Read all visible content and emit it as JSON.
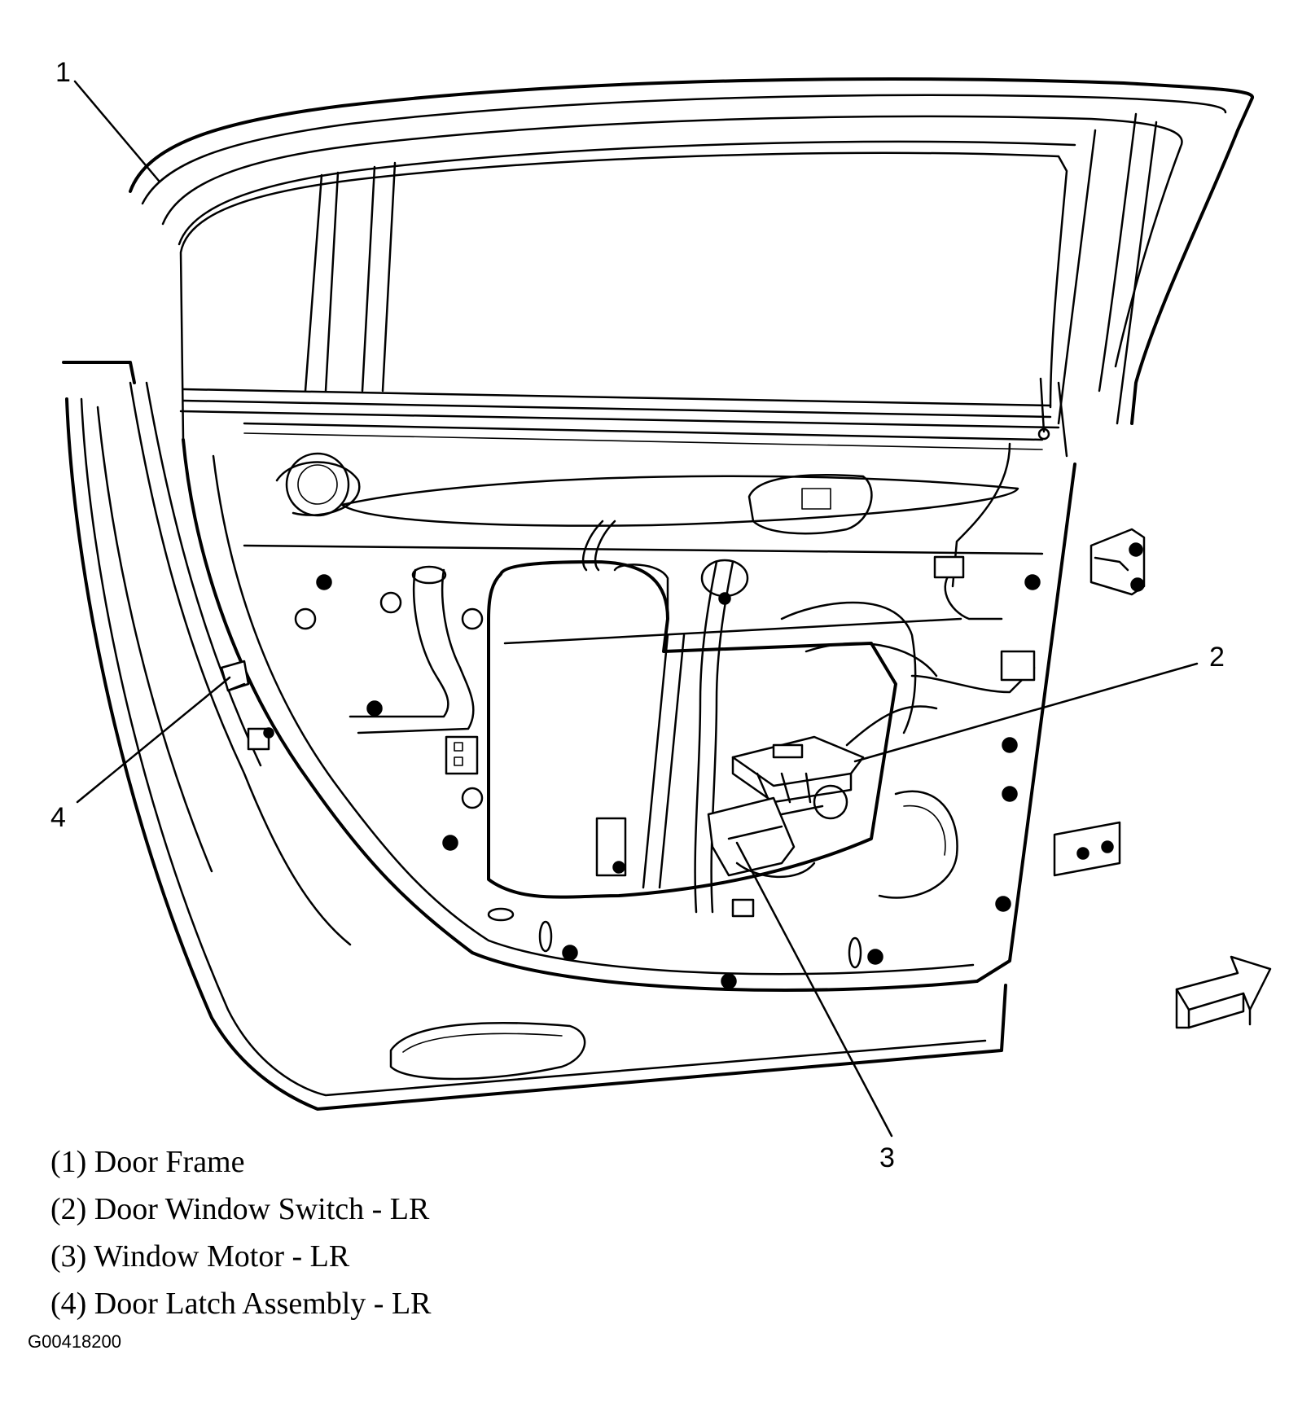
{
  "callouts": {
    "c1": "1",
    "c2": "2",
    "c3": "3",
    "c4": "4"
  },
  "legend": [
    "(1) Door Frame",
    "(2) Door Window Switch - LR",
    "(3) Window Motor - LR",
    "(4) Door Latch Assembly - LR"
  ],
  "figure_id": "G00418200",
  "icons": {
    "orientation_arrow": "front-direction-arrow-icon"
  }
}
